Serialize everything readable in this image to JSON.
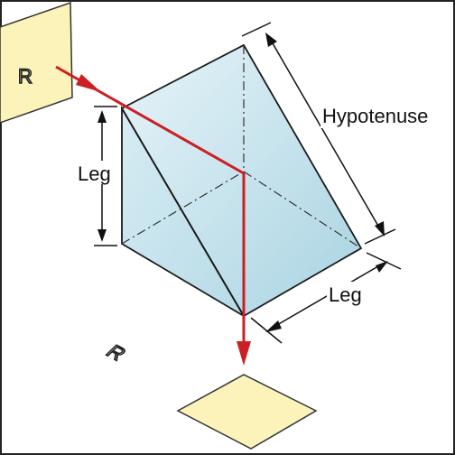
{
  "labels": {
    "hypotenuse": "Hypotenuse",
    "leg_left": "Leg",
    "leg_bottom": "Leg"
  },
  "cards": {
    "input_letter": "R",
    "output_letter": "R"
  },
  "colors": {
    "ray": "#cc1f24",
    "card_fill": "#fbf3b9",
    "prism_face": "#cfe7ef",
    "prism_edge": "#1a1a1a"
  }
}
